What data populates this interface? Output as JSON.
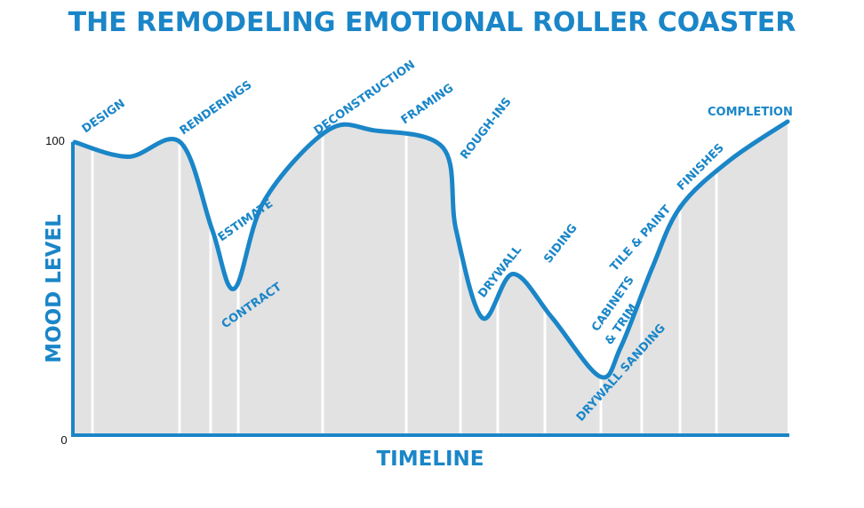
{
  "colors": {
    "curve": "#1a86c8",
    "fill": "#e2e2e2",
    "separator": "#ffffff",
    "text": "#1a86c8",
    "tick": "#111111"
  },
  "chart_data": {
    "type": "area",
    "title": "THE REMODELING EMOTIONAL ROLLER COASTER",
    "xlabel": "TIMELINE",
    "ylabel": "MOOD LEVEL",
    "ylim": [
      0,
      100
    ],
    "y_ticks": [
      "0",
      "100"
    ],
    "grid": false,
    "legend": "none",
    "series": [
      {
        "values": [
          {
            "x": 0,
            "y": 100
          },
          {
            "x": 7.5,
            "y": 95
          },
          {
            "x": 14.8,
            "y": 100
          },
          {
            "x": 19.3,
            "y": 70
          },
          {
            "x": 22.4,
            "y": 50
          },
          {
            "x": 26.6,
            "y": 80
          },
          {
            "x": 35.5,
            "y": 104
          },
          {
            "x": 42,
            "y": 104
          },
          {
            "x": 51.7,
            "y": 98
          },
          {
            "x": 53.5,
            "y": 70
          },
          {
            "x": 57.2,
            "y": 40
          },
          {
            "x": 61.5,
            "y": 55
          },
          {
            "x": 67,
            "y": 40
          },
          {
            "x": 73.7,
            "y": 20
          },
          {
            "x": 76.6,
            "y": 30
          },
          {
            "x": 81,
            "y": 57
          },
          {
            "x": 85,
            "y": 78
          },
          {
            "x": 92,
            "y": 94
          },
          {
            "x": 100,
            "y": 107
          }
        ]
      }
    ],
    "annotations": [
      "DESIGN",
      "RENDERINGS",
      "ESTIMATE",
      "CONTRACT",
      "DECONSTRUCTION",
      "FRAMING",
      "ROUGH-INS",
      "DRYWALL",
      "SIDING",
      "CABINETS",
      "& TRIM",
      "DRYWALL SANDING",
      "TILE & PAINT",
      "FINISHES",
      "COMPLETION"
    ]
  }
}
